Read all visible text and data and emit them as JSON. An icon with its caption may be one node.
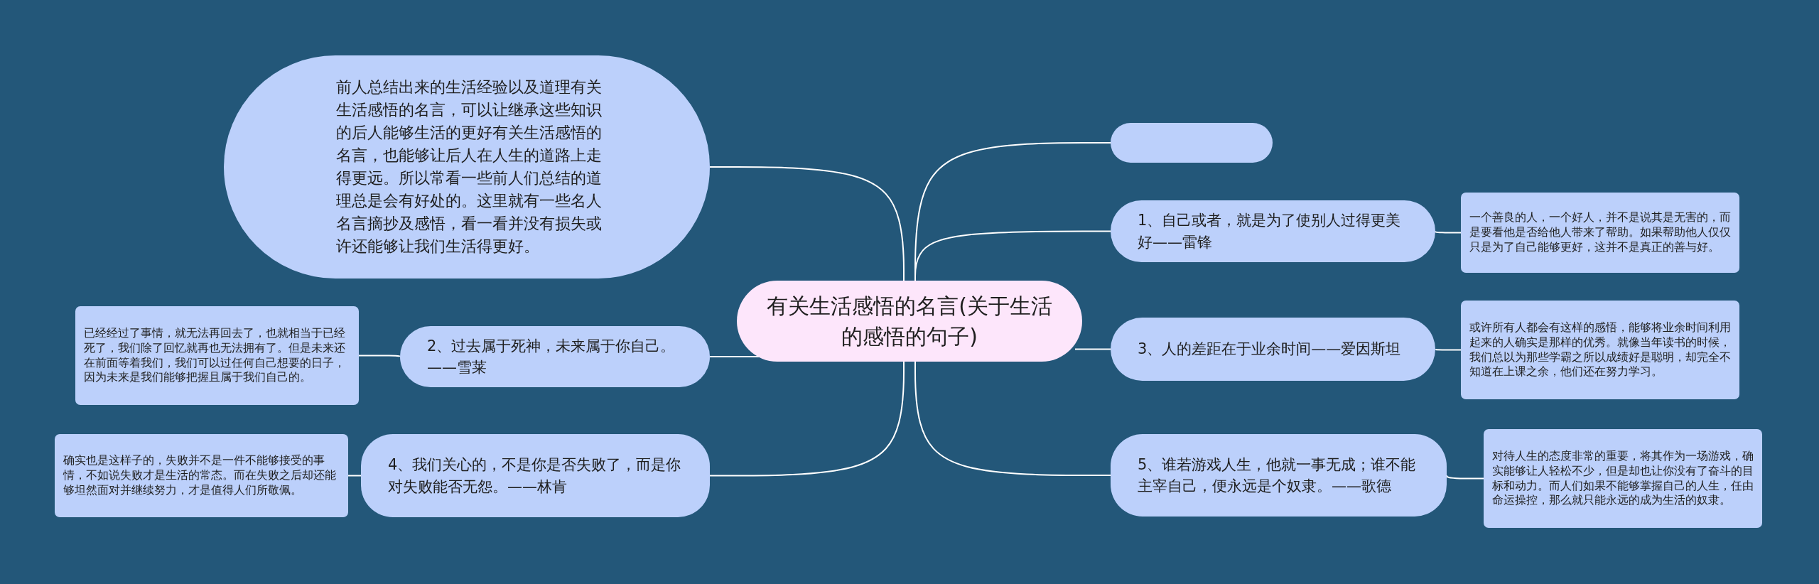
{
  "diagram": {
    "nodes": [
      {
        "text": [
          "有关生活感悟的名言(关于生活的感悟的句子)"
        ]
      },
      {
        "text": [
          "前人总结出来的生活经验以及道理有关生活感悟的名言，可以让继承这些知识的后人能够生活的更好有关生活感悟的名言，也能够让后人在人生的道路上走得更远。所以常看一些前人们总结的道理总是会有好处的。这里就有一些名人名言摘抄及感悟，看一看并没有损失或许还能够让我们生活得更好。"
        ]
      },
      {
        "text": [],
        "shape": "box"
      },
      {
        "text": [
          "1、自己或者，就是为了使别人过得更美好——雷锋"
        ]
      },
      {
        "text": [
          "一个善良的人，一个好人，并不是说其是无害的，而是要看他是否给他人带来了帮助。如果帮助他人仅仅只是为了自己能够更好，这并不是真正的善与好。"
        ]
      },
      {
        "text": [
          "2、过去属于死神，未来属于你自己。——雪莱"
        ]
      },
      {
        "text": [
          "已经经过了事情，就无法再回去了，也就相当于已经死了，我们除了回忆就再也无法拥有了。但是未来还在前面等着我们，我们可以过任何自己想要的日子，因为未来是我们能够把握且属于我们自己的。"
        ]
      },
      {
        "text": [
          "3、人的差距在于业余时间——爱因斯坦"
        ]
      },
      {
        "text": [
          "或许所有人都会有这样的感悟，能够将业余时间利用起来的人确实是那样的优秀。就像当年读书的时候，我们总以为那些学霸之所以成绩好是聪明，却完全不知道在上课之余，他们还在努力学习。"
        ]
      },
      {
        "text": [
          "4、我们关心的，不是你是否失败了，而是你对失败能否无怨。——林肯"
        ]
      },
      {
        "text": [
          "确实也是这样子的，失败并不是一件不能够接受的事情，不如说失败才是生活的常态。而在失败之后却还能够坦然面对并继续努力，才是值得人们所敬佩。"
        ]
      },
      {
        "text": [
          "5、谁若游戏人生，他就一事无成；谁不能主宰自己，便永远是个奴隶。——歌德"
        ]
      },
      {
        "text": [
          "对待人生的态度非常的重要，将其作为一场游戏，确实能够让人轻松不少，但是却也让你没有了奋斗的目标和动力。而人们如果不能够掌握自己的人生，任由命运操控，那么就只能永远的成为生活的奴隶。"
        ]
      }
    ],
    "edges": [
      {
        "from": 0,
        "to": 1,
        "arrow": "none"
      },
      {
        "from": 0,
        "to": 2,
        "arrow": "none"
      },
      {
        "from": 0,
        "to": 3,
        "arrow": "none"
      },
      {
        "from": 3,
        "to": 4,
        "arrow": "none"
      },
      {
        "from": 0,
        "to": 5,
        "arrow": "none"
      },
      {
        "from": 5,
        "to": 6,
        "arrow": "none"
      },
      {
        "from": 0,
        "to": 7,
        "arrow": "none"
      },
      {
        "from": 7,
        "to": 8,
        "arrow": "none"
      },
      {
        "from": 0,
        "to": 9,
        "arrow": "none"
      },
      {
        "from": 9,
        "to": 10,
        "arrow": "none"
      },
      {
        "from": 0,
        "to": 11,
        "arrow": "none"
      },
      {
        "from": 11,
        "to": 12,
        "arrow": "none"
      }
    ]
  }
}
